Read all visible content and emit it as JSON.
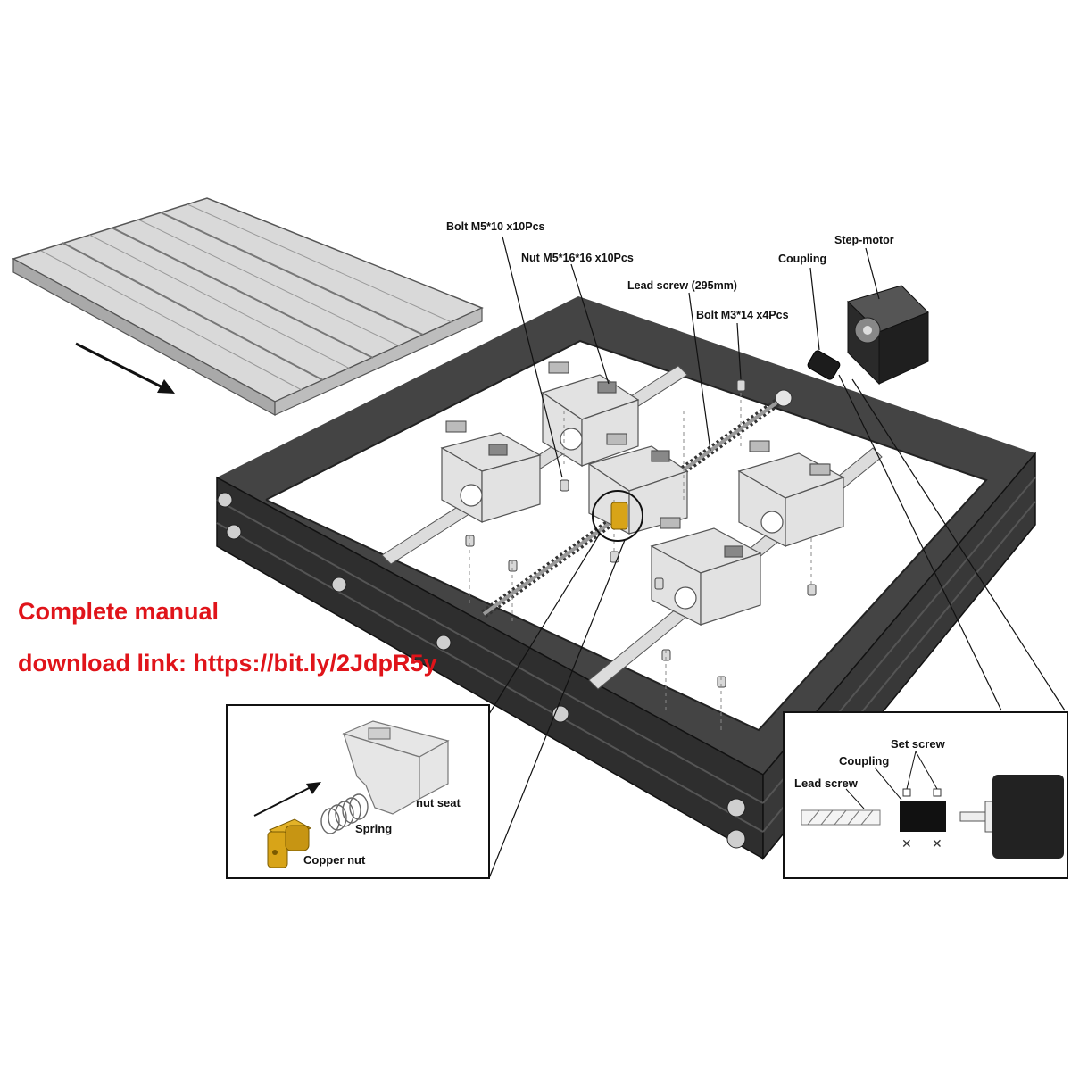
{
  "colors": {
    "manual_text": "#e0141a",
    "frame": "#3c3c3c",
    "frame_dark": "#222222",
    "rail": "#cfcfcf",
    "copper": "#d8a418"
  },
  "callouts": {
    "bolt_m5": "Bolt M5*10 x10Pcs",
    "nut_m5": "Nut M5*16*16 x10Pcs",
    "lead_screw": "Lead screw (295mm)",
    "bolt_m3": "Bolt M3*14 x4Pcs",
    "coupling": "Coupling",
    "step_motor": "Step-motor"
  },
  "manual": {
    "line1": "Complete manual",
    "line2": "download link: https://bit.ly/2JdpR5y"
  },
  "nut_inset": {
    "nut_seat": "nut seat",
    "spring": "Spring",
    "copper_nut": "Copper nut"
  },
  "coupling_inset": {
    "set_screw": "Set screw",
    "coupling": "Coupling",
    "lead_screw": "Lead screw"
  }
}
